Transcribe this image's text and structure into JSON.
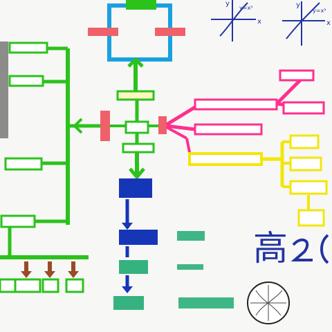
{
  "header_glyph": "高",
  "axis_labels": {
    "left_x": "x",
    "left_y": "y",
    "left_curve": "y=x³",
    "right_x": "x",
    "right_y": "y",
    "right_curve": "y=x³"
  },
  "colors": {
    "paper": "#f7f7f5",
    "green": "#2bc21c",
    "blue": "#1aa0e0",
    "dark_blue": "#1636b8",
    "pink": "#ff2f8e",
    "yellow": "#f2e60b",
    "red_box": "#f0606a",
    "teal": "#1faa72",
    "brown": "#9a4a28",
    "blue_ink": "#2233a0",
    "black": "#222222"
  },
  "shape_names": [
    "top-blue-loop",
    "center-function-box",
    "left-green-trunk",
    "left-branch-labels",
    "pink-branch-group",
    "yellow-branch-group",
    "blue-chain",
    "teal-chain",
    "bottom-brown-arrows",
    "graph-sketches",
    "circle-sketch"
  ]
}
